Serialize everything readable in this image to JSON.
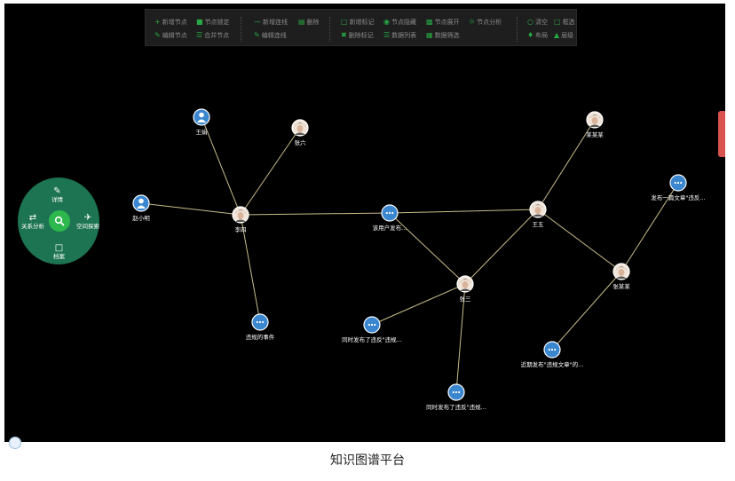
{
  "toolbar": {
    "items": [
      {
        "label": "新增节点",
        "icon": "plus-icon"
      },
      {
        "label": "节点锁定",
        "icon": "lock-icon"
      },
      {
        "label": "编辑节点",
        "icon": "pencil-icon"
      },
      {
        "label": "合并节点",
        "icon": "merge-icon"
      },
      {
        "label": "新增连线",
        "icon": "line-icon"
      },
      {
        "label": "删除",
        "icon": "trash-icon"
      },
      {
        "label": "编辑连线",
        "icon": "edit-line-icon"
      },
      {
        "label": "新增标记",
        "icon": "tag-icon"
      },
      {
        "label": "节点隐藏",
        "icon": "eye-icon"
      },
      {
        "label": "节点展开",
        "icon": "expand-icon"
      },
      {
        "label": "节点分析",
        "icon": "analysis-icon"
      },
      {
        "label": "删除标记",
        "icon": "remove-tag-icon"
      },
      {
        "label": "数据列表",
        "icon": "list-icon"
      },
      {
        "label": "数据筛选",
        "icon": "filter-icon"
      },
      {
        "label": "清空",
        "icon": "circle-icon"
      },
      {
        "label": "框选",
        "icon": "select-box-icon"
      },
      {
        "label": "布局",
        "icon": "layout-icon"
      },
      {
        "label": "层级",
        "icon": "hierarchy-icon"
      }
    ]
  },
  "radial_menu": {
    "items": [
      {
        "label": "详情",
        "icon": "edit-icon"
      },
      {
        "label": "关系分析",
        "icon": "shuffle-icon"
      },
      {
        "label": "空间探索",
        "icon": "airplane-icon"
      },
      {
        "label": "档案",
        "icon": "folder-icon"
      }
    ],
    "center_icon": "search-icon",
    "color": "#1c7452",
    "center_color": "#2db84d"
  },
  "graph": {
    "nodes": [
      {
        "label": "王娟",
        "type": "person-icon"
      },
      {
        "label": "张六",
        "type": "person-photo"
      },
      {
        "label": "赵小明",
        "type": "person-icon"
      },
      {
        "label": "李四",
        "type": "person-photo"
      },
      {
        "label": "该用户发布...",
        "type": "event"
      },
      {
        "label": "张三",
        "type": "person-photo"
      },
      {
        "label": "某某某",
        "type": "person-photo"
      },
      {
        "label": "王五",
        "type": "person-photo"
      },
      {
        "label": "张某某",
        "type": "person-photo"
      },
      {
        "label": "发布一篇文章\"违反...",
        "type": "event"
      },
      {
        "label": "违规的事件",
        "type": "event"
      },
      {
        "label": "同时发布了违反\"违规...",
        "type": "event"
      },
      {
        "label": "同时发布了违反\"违规...",
        "type": "event"
      },
      {
        "label": "近期发布\"违规文章\"的...",
        "type": "event"
      }
    ],
    "edges": [
      [
        0,
        3
      ],
      [
        1,
        3
      ],
      [
        2,
        3
      ],
      [
        3,
        10
      ],
      [
        3,
        4
      ],
      [
        4,
        7
      ],
      [
        4,
        5
      ],
      [
        5,
        7
      ],
      [
        5,
        11
      ],
      [
        5,
        12
      ],
      [
        7,
        6
      ],
      [
        7,
        8
      ],
      [
        8,
        9
      ],
      [
        8,
        13
      ]
    ],
    "edge_color": "#c8bd8a",
    "event_color": "#3a86cf"
  },
  "caption": "知识图谱平台"
}
